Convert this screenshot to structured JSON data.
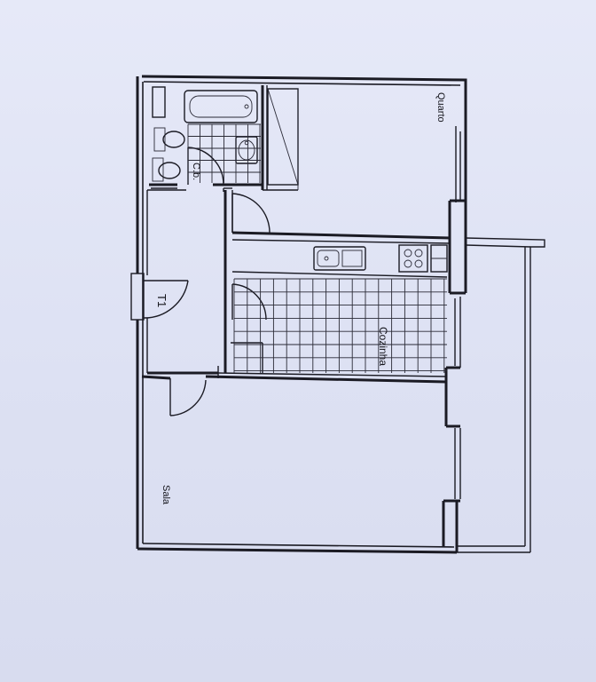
{
  "plan": {
    "rooms": {
      "quarto": "Quarto",
      "cb": "C.b.",
      "t1": "T1",
      "cozinha": "Cozinha",
      "sala": "Sala"
    }
  },
  "colors": {
    "paper": "#e6e9f8",
    "ink": "#1b1b24"
  }
}
